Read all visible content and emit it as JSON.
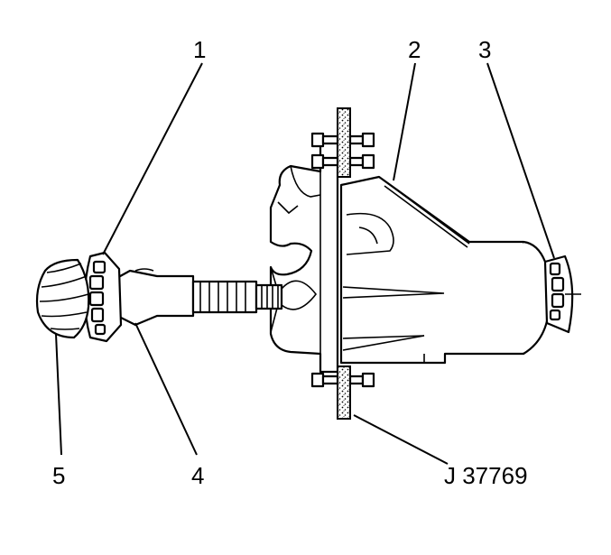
{
  "callouts": [
    {
      "id": "1",
      "label": "1"
    },
    {
      "id": "2",
      "label": "2"
    },
    {
      "id": "3",
      "label": "3"
    },
    {
      "id": "4",
      "label": "4"
    },
    {
      "id": "5",
      "label": "5"
    }
  ],
  "tool_label": "J 37769"
}
